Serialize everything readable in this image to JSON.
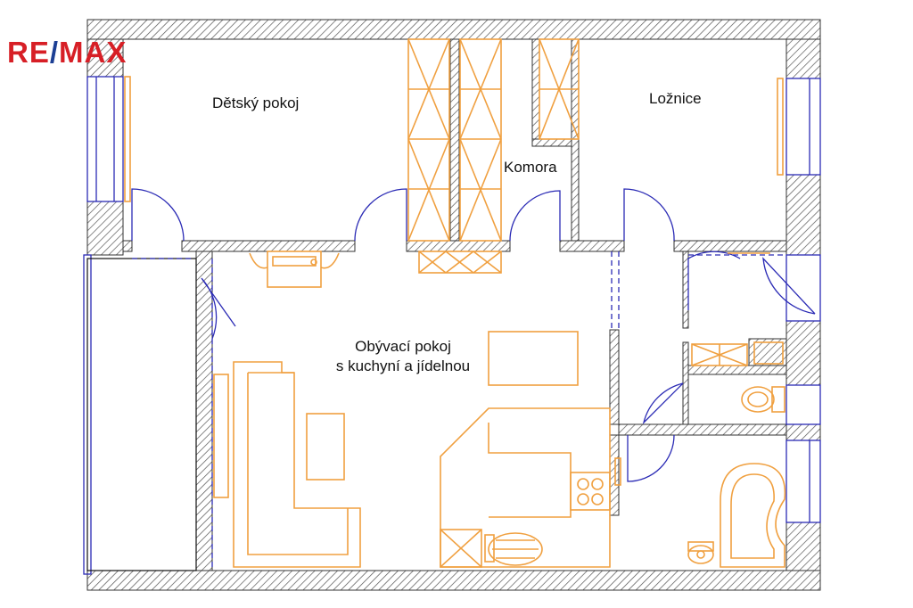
{
  "logo": {
    "part1": "RE",
    "slash": "/",
    "part2": "MAX"
  },
  "rooms": {
    "kids_room": "Dětský pokoj",
    "bedroom": "Ložnice",
    "pantry": "Komora",
    "living_line1": "Obývací pokoj",
    "living_line2": "s kuchyní a jídelnou"
  },
  "colors": {
    "wall_hatch": "#555555",
    "furniture": "#f0a040",
    "doors_windows": "#2b2bb5",
    "logo_red": "#d71f26",
    "logo_blue": "#1c3f94"
  }
}
